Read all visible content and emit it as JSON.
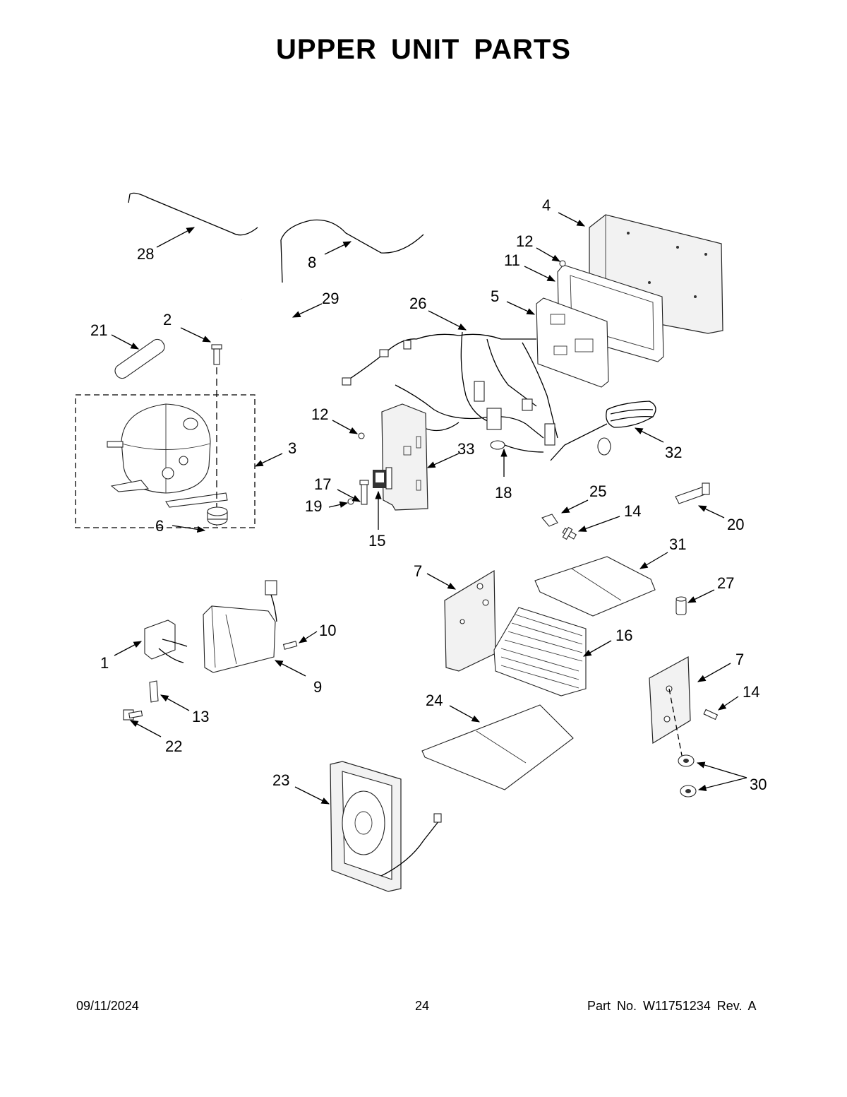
{
  "title": "UPPER UNIT PARTS",
  "footer": {
    "date": "09/11/2024",
    "page": "24",
    "part_number": "Part No.  W11751234  Rev.  A"
  },
  "callouts": [
    {
      "id": "c1",
      "label": "1"
    },
    {
      "id": "c2",
      "label": "2"
    },
    {
      "id": "c3",
      "label": "3"
    },
    {
      "id": "c4",
      "label": "4"
    },
    {
      "id": "c5",
      "label": "5"
    },
    {
      "id": "c6",
      "label": "6"
    },
    {
      "id": "c7a",
      "label": "7"
    },
    {
      "id": "c7b",
      "label": "7"
    },
    {
      "id": "c8",
      "label": "8"
    },
    {
      "id": "c9",
      "label": "9"
    },
    {
      "id": "c10",
      "label": "10"
    },
    {
      "id": "c11",
      "label": "11"
    },
    {
      "id": "c12a",
      "label": "12"
    },
    {
      "id": "c12b",
      "label": "12"
    },
    {
      "id": "c13",
      "label": "13"
    },
    {
      "id": "c14a",
      "label": "14"
    },
    {
      "id": "c14b",
      "label": "14"
    },
    {
      "id": "c15",
      "label": "15"
    },
    {
      "id": "c16",
      "label": "16"
    },
    {
      "id": "c17",
      "label": "17"
    },
    {
      "id": "c18",
      "label": "18"
    },
    {
      "id": "c19",
      "label": "19"
    },
    {
      "id": "c20",
      "label": "20"
    },
    {
      "id": "c21",
      "label": "21"
    },
    {
      "id": "c22",
      "label": "22"
    },
    {
      "id": "c23",
      "label": "23"
    },
    {
      "id": "c24",
      "label": "24"
    },
    {
      "id": "c25",
      "label": "25"
    },
    {
      "id": "c26",
      "label": "26"
    },
    {
      "id": "c27",
      "label": "27"
    },
    {
      "id": "c28",
      "label": "28"
    },
    {
      "id": "c29",
      "label": "29"
    },
    {
      "id": "c30",
      "label": "30"
    },
    {
      "id": "c31",
      "label": "31"
    },
    {
      "id": "c32",
      "label": "32"
    },
    {
      "id": "c33",
      "label": "33"
    }
  ]
}
